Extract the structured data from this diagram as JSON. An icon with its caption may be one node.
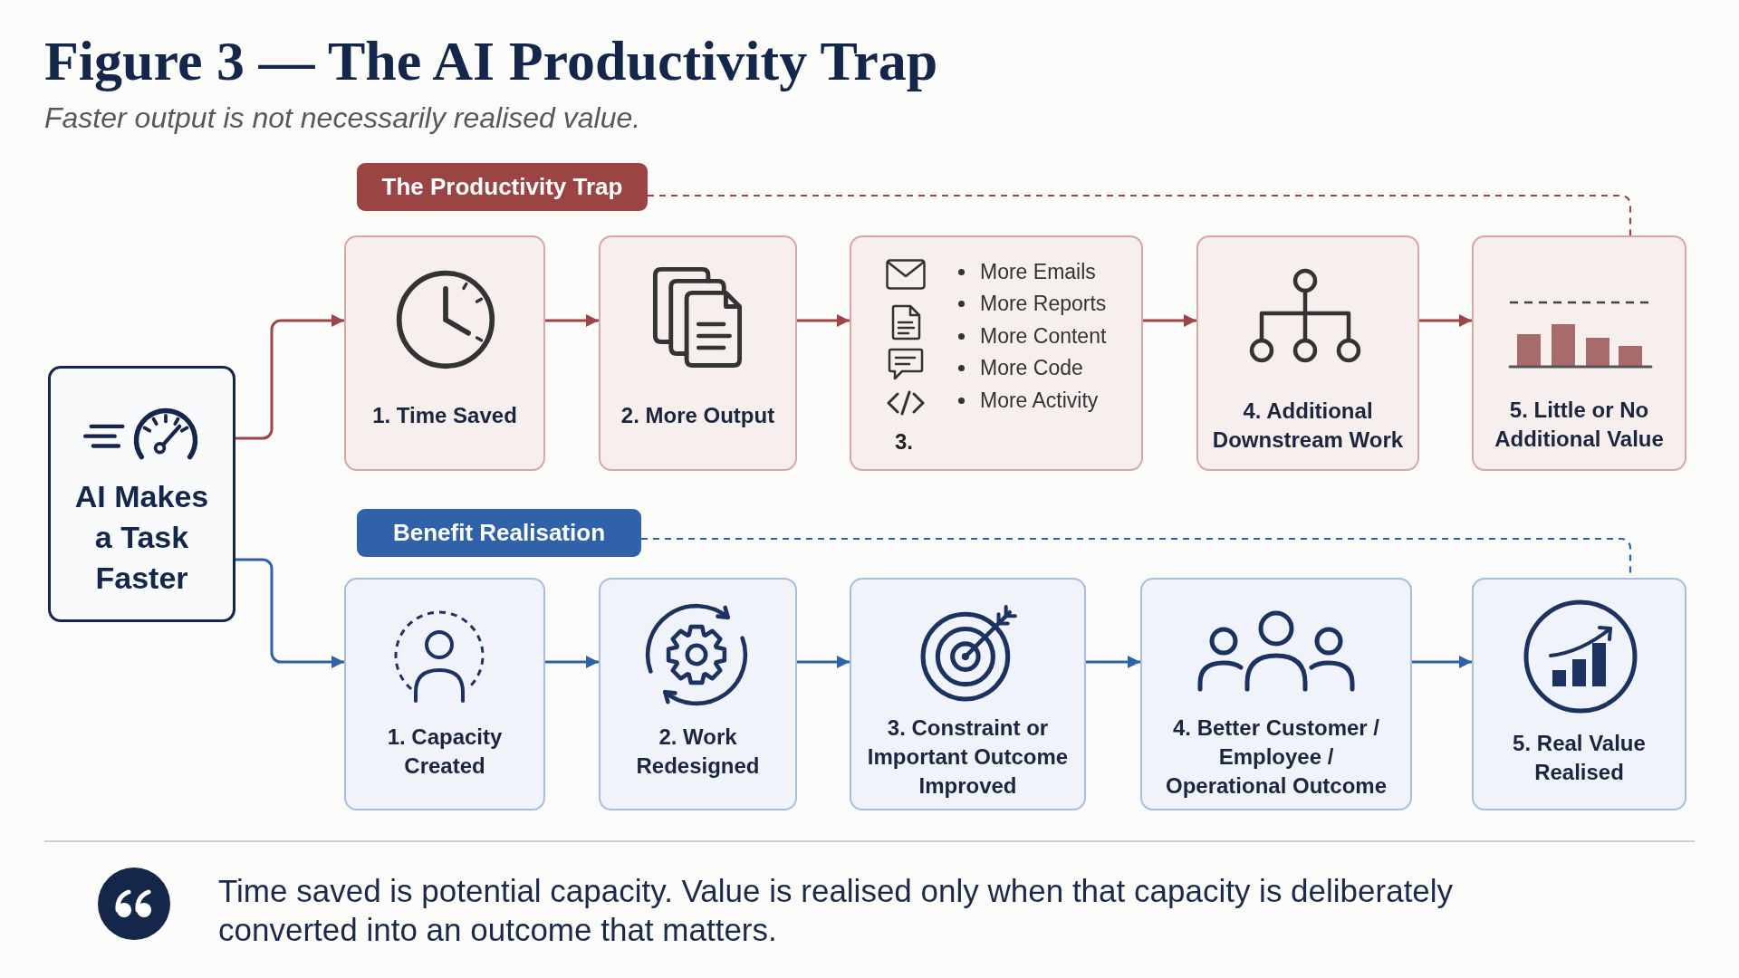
{
  "diagram": {
    "title": "Figure 3 — The AI Productivity Trap",
    "nodes": [
      {
        "text": [
          "AI Makes a Task Faster"
        ]
      },
      {
        "text": [
          "The Productivity Trap"
        ]
      },
      {
        "text": [
          "1. Time Saved"
        ]
      },
      {
        "text": [
          "2. More Output"
        ]
      },
      {
        "text": [
          "More Emails",
          "More Reports",
          "More Content",
          "More Code",
          "More Activity",
          "3."
        ]
      },
      {
        "text": [
          "4. Additional Downstream Work"
        ]
      },
      {
        "text": [
          "5. Little or No Additional Value"
        ]
      },
      {
        "text": [
          "Benefit Realisation"
        ]
      },
      {
        "text": [
          "1. Capacity Created"
        ]
      },
      {
        "text": [
          "2. Work Redesigned"
        ]
      },
      {
        "text": [
          "3. Constraint or Important Outcome Improved"
        ]
      },
      {
        "text": [
          "4. Better Customer / Employee / Operational Outcome"
        ]
      },
      {
        "text": [
          "5. Real Value Realised"
        ]
      }
    ],
    "edges": [
      {
        "from": 0,
        "to": 2,
        "arrow": "to",
        "color": "#9e4646"
      },
      {
        "from": 2,
        "to": 3,
        "arrow": "to",
        "color": "#9e4646"
      },
      {
        "from": 3,
        "to": 4,
        "arrow": "to",
        "color": "#9e4646"
      },
      {
        "from": 4,
        "to": 5,
        "arrow": "to",
        "color": "#9e4646"
      },
      {
        "from": 5,
        "to": 6,
        "arrow": "to",
        "color": "#9e4646"
      },
      {
        "from": 0,
        "to": 8,
        "arrow": "to",
        "color": "#2f62a8"
      },
      {
        "from": 8,
        "to": 9,
        "arrow": "to",
        "color": "#2f62a8"
      },
      {
        "from": 9,
        "to": 10,
        "arrow": "to",
        "color": "#2f62a8"
      },
      {
        "from": 10,
        "to": 11,
        "arrow": "to",
        "color": "#2f62a8"
      },
      {
        "from": 11,
        "to": 12,
        "arrow": "to",
        "color": "#2f62a8"
      },
      {
        "from": 1,
        "to": 6,
        "arrow": "none",
        "style": "dashed",
        "color": "#9e4646"
      },
      {
        "from": 7,
        "to": 12,
        "arrow": "none",
        "style": "dashed",
        "color": "#2f62a8"
      }
    ],
    "labels": [
      "Faster output is not necessarily realised value.",
      "Time saved is potential capacity. Value is realised only when that capacity is deliberately converted into an outcome that matters."
    ]
  }
}
